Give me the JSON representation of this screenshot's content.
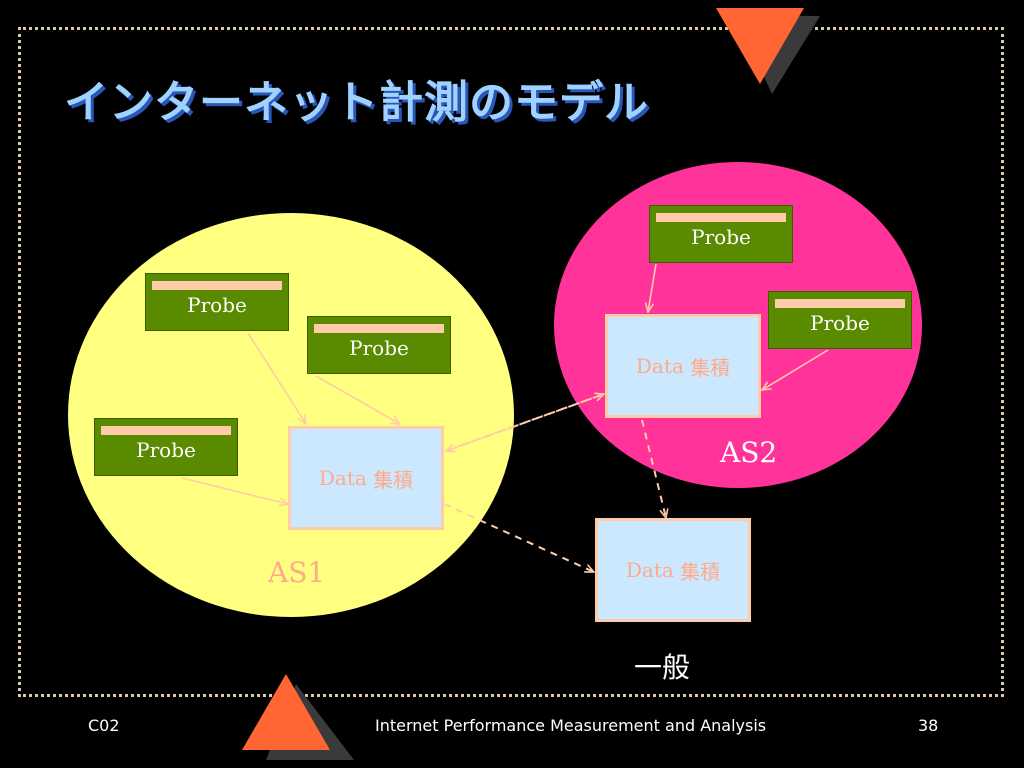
{
  "slide": {
    "title": "インターネット計測のモデル"
  },
  "diagram": {
    "as1": {
      "label": "AS1",
      "probes": [
        {
          "label": "Probe"
        },
        {
          "label": "Probe"
        },
        {
          "label": "Probe"
        }
      ],
      "store": {
        "label_en": "Data",
        "label_ja": "集積"
      }
    },
    "as2": {
      "label": "AS2",
      "probes": [
        {
          "label": "Probe"
        },
        {
          "label": "Probe"
        }
      ],
      "store": {
        "label_en": "Data",
        "label_ja": "集積"
      }
    },
    "general": {
      "label": "一般",
      "store": {
        "label_en": "Data",
        "label_ja": "集積"
      }
    },
    "colors": {
      "as1_region": "#ffff80",
      "as2_region": "#ff339a",
      "probe_box": "#5a8a00",
      "store_box": "#cce8ff",
      "arrow": "#ffccaa",
      "title_text": "#9fd2ff",
      "accent_triangle": "#ff6633"
    }
  },
  "footer": {
    "left": "C02",
    "center": "Internet Performance Measurement and Analysis",
    "page_number": "38"
  }
}
